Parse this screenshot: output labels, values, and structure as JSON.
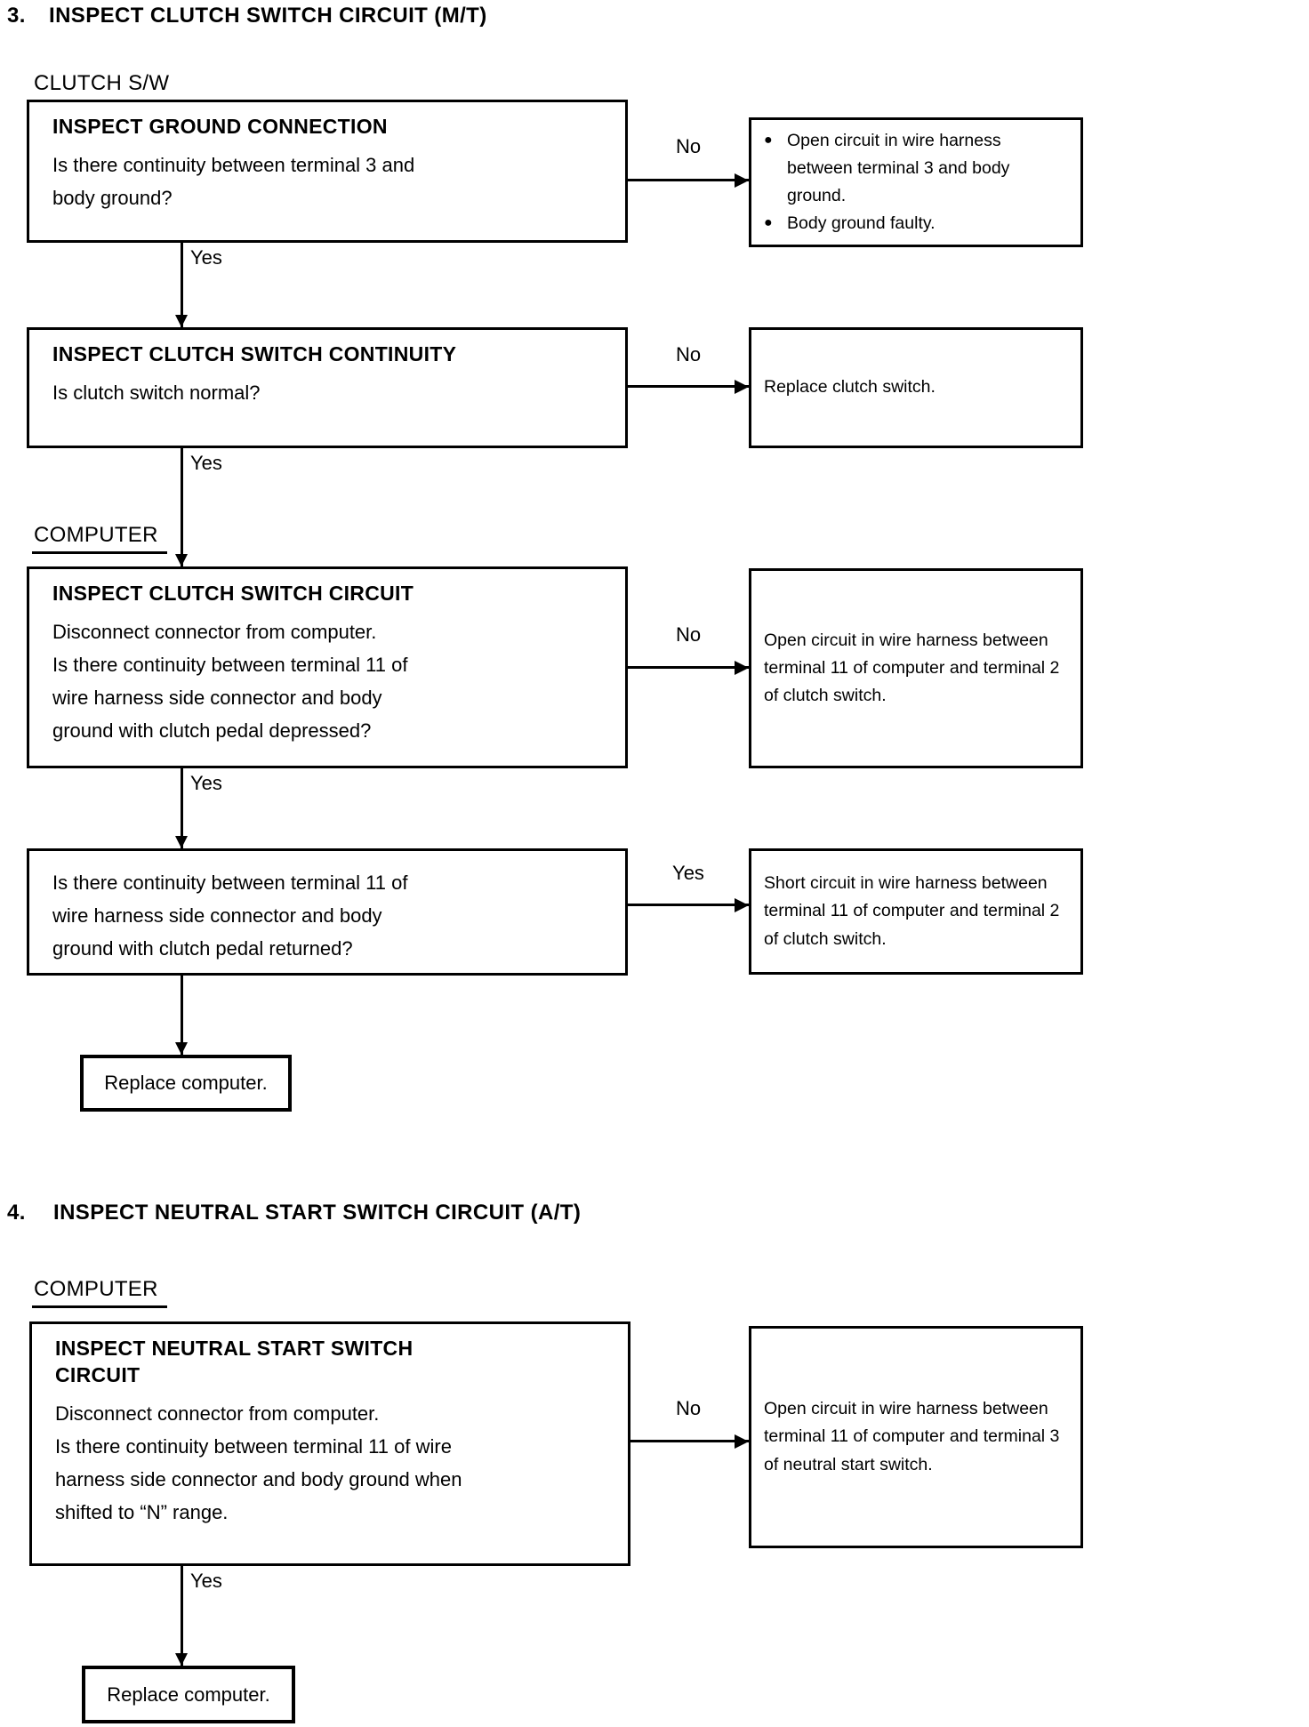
{
  "glyphs": {
    "bullet": "●"
  },
  "s3": {
    "num": "3.",
    "title": "INSPECT CLUTCH SWITCH CIRCUIT (M/T)",
    "group1": "CLUTCH S/W",
    "group2": "COMPUTER",
    "box1": {
      "heading": "INSPECT GROUND CONNECTION",
      "body": "Is there continuity between terminal 3 and body ground?"
    },
    "edge1": "No",
    "result1": {
      "bullet1": "Open circuit in wire harness between terminal 3 and body ground.",
      "bullet2": "Body ground faulty."
    },
    "edge1_down": "Yes",
    "box2": {
      "heading": "INSPECT CLUTCH SWITCH CONTINUITY",
      "body": "Is clutch switch normal?"
    },
    "edge2": "No",
    "result2": "Replace clutch switch.",
    "edge2_down": "Yes",
    "box3": {
      "heading": "INSPECT CLUTCH SWITCH CIRCUIT",
      "body1": "Disconnect connector from computer.",
      "body2": "Is there continuity between terminal 11 of wire harness side connector and body ground with clutch pedal depressed?"
    },
    "edge3": "No",
    "result3": "Open circuit in wire harness between terminal 11 of computer and terminal 2 of clutch switch.",
    "edge3_down": "Yes",
    "box4": {
      "body": "Is there continuity between terminal 11 of wire harness side connector and body ground with clutch pedal returned?"
    },
    "edge4": "Yes",
    "result4": "Short circuit in wire harness between terminal 11 of computer and terminal 2 of clutch switch.",
    "final": "Replace computer."
  },
  "s4": {
    "num": "4.",
    "title": "INSPECT NEUTRAL START SWITCH CIRCUIT (A/T)",
    "group1": "COMPUTER",
    "box1": {
      "heading": "INSPECT NEUTRAL START SWITCH CIRCUIT",
      "body1": "Disconnect connector from computer.",
      "body2": "Is there continuity between terminal 11 of wire harness side connector and body ground when shifted to “N” range."
    },
    "edge1": "No",
    "result1": "Open circuit in wire harness between terminal 11 of computer and terminal 3 of neutral start switch.",
    "edge1_down": "Yes",
    "final": "Replace computer."
  }
}
